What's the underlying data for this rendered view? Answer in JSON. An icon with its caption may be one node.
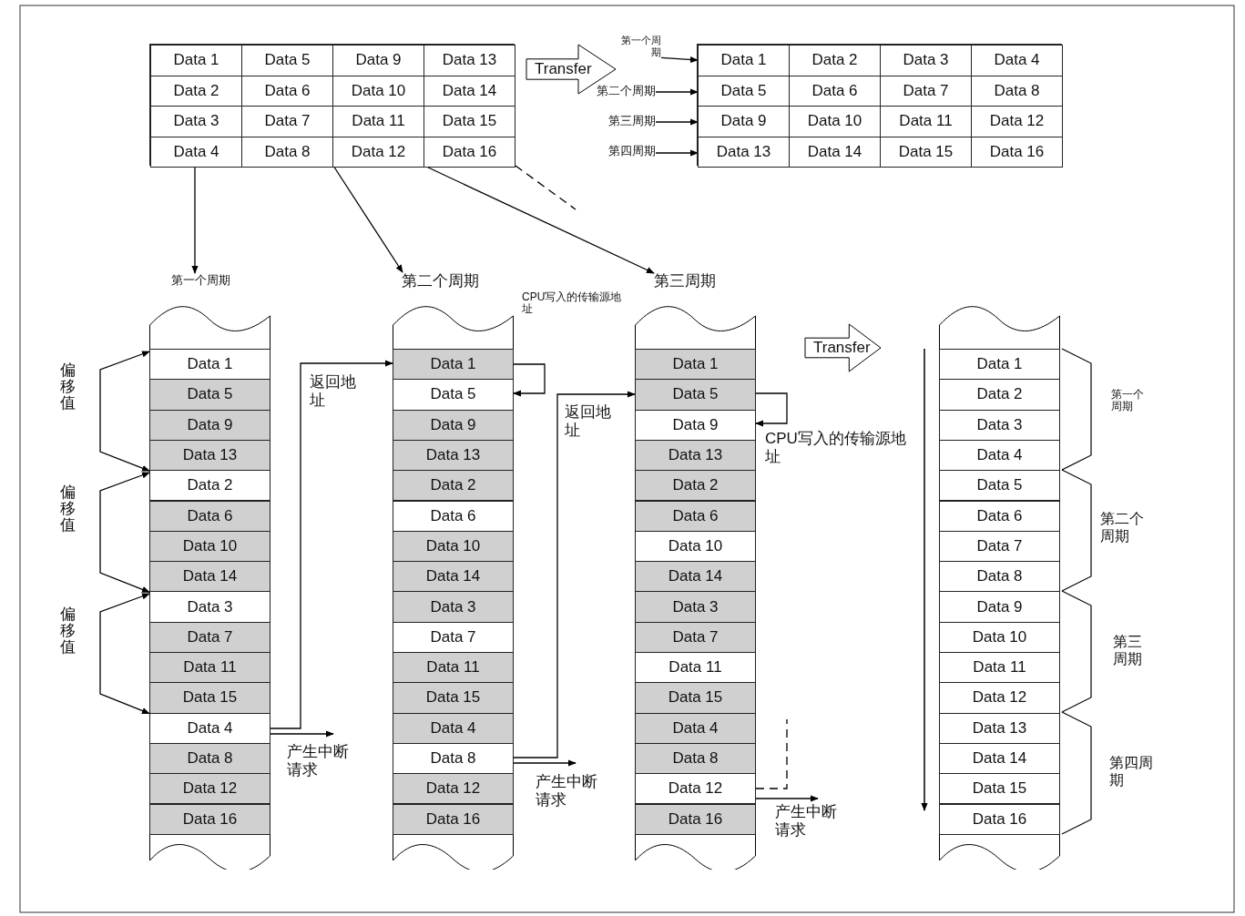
{
  "diagram": {
    "nodes": [
      {
        "text": [],
        "shape": "box"
      },
      {
        "text": [
          "Data 1"
        ],
        "in": 0
      },
      {
        "text": [
          "Data 5"
        ],
        "in": 0
      },
      {
        "text": [
          "Data 9"
        ],
        "in": 0
      },
      {
        "text": [
          "Data 13"
        ],
        "in": 0
      },
      {
        "text": [
          "Data 2"
        ],
        "in": 0
      },
      {
        "text": [
          "Data 6"
        ],
        "in": 0
      },
      {
        "text": [
          "Data 10"
        ],
        "in": 0
      },
      {
        "text": [
          "Data 14"
        ],
        "in": 0
      },
      {
        "text": [
          "Data 3"
        ],
        "in": 0
      },
      {
        "text": [
          "Data 7"
        ],
        "in": 0
      },
      {
        "text": [
          "Data 11"
        ],
        "in": 0
      },
      {
        "text": [
          "Data 15"
        ],
        "in": 0
      },
      {
        "text": [
          "Data 4"
        ],
        "in": 0
      },
      {
        "text": [
          "Data 8"
        ],
        "in": 0
      },
      {
        "text": [
          "Data 12"
        ],
        "in": 0
      },
      {
        "text": [
          "Data 16"
        ],
        "in": 0
      },
      {
        "text": [
          "Transfer"
        ]
      },
      {
        "text": [],
        "shape": "box"
      },
      {
        "text": [
          "Data 1"
        ],
        "in": 18
      },
      {
        "text": [
          "Data 2"
        ],
        "in": 18
      },
      {
        "text": [
          "Data 3"
        ],
        "in": 18
      },
      {
        "text": [
          "Data 4"
        ],
        "in": 18
      },
      {
        "text": [
          "Data 5"
        ],
        "in": 18
      },
      {
        "text": [
          "Data 6"
        ],
        "in": 18
      },
      {
        "text": [
          "Data 7"
        ],
        "in": 18
      },
      {
        "text": [
          "Data 8"
        ],
        "in": 18
      },
      {
        "text": [
          "Data 9"
        ],
        "in": 18
      },
      {
        "text": [
          "Data 10"
        ],
        "in": 18
      },
      {
        "text": [
          "Data 11"
        ],
        "in": 18
      },
      {
        "text": [
          "Data 12"
        ],
        "in": 18
      },
      {
        "text": [
          "Data 13"
        ],
        "in": 18
      },
      {
        "text": [
          "Data 14"
        ],
        "in": 18
      },
      {
        "text": [
          "Data 15"
        ],
        "in": 18
      },
      {
        "text": [
          "Data 16"
        ],
        "in": 18
      },
      {
        "text": [
          "第一个周期"
        ]
      },
      {
        "text": [
          "第二个周期"
        ]
      },
      {
        "text": [
          "第三周期"
        ]
      },
      {
        "text": [
          "第四周期"
        ]
      },
      {
        "text": [
          "第一个周期"
        ]
      },
      {
        "text": [
          "第二个周期"
        ]
      },
      {
        "text": [
          "第三周期"
        ]
      },
      {
        "text": [],
        "shape": "box"
      },
      {
        "text": [
          "Data 1"
        ],
        "in": 42
      },
      {
        "text": [
          "Data 5"
        ],
        "in": 42
      },
      {
        "text": [
          "Data 9"
        ],
        "in": 42
      },
      {
        "text": [
          "Data 13"
        ],
        "in": 42
      },
      {
        "text": [
          "Data 2"
        ],
        "in": 42
      },
      {
        "text": [
          "Data 6"
        ],
        "in": 42
      },
      {
        "text": [
          "Data 10"
        ],
        "in": 42
      },
      {
        "text": [
          "Data 14"
        ],
        "in": 42
      },
      {
        "text": [
          "Data 3"
        ],
        "in": 42
      },
      {
        "text": [
          "Data 7"
        ],
        "in": 42
      },
      {
        "text": [
          "Data 11"
        ],
        "in": 42
      },
      {
        "text": [
          "Data 15"
        ],
        "in": 42
      },
      {
        "text": [
          "Data 4"
        ],
        "in": 42
      },
      {
        "text": [
          "Data 8"
        ],
        "in": 42
      },
      {
        "text": [
          "Data 12"
        ],
        "in": 42
      },
      {
        "text": [
          "Data 16"
        ],
        "in": 42
      },
      {
        "text": [],
        "shape": "box"
      },
      {
        "text": [
          "Data 1"
        ],
        "in": 59
      },
      {
        "text": [
          "Data 5"
        ],
        "in": 59
      },
      {
        "text": [
          "Data 9"
        ],
        "in": 59
      },
      {
        "text": [
          "Data 13"
        ],
        "in": 59
      },
      {
        "text": [
          "Data 2"
        ],
        "in": 59
      },
      {
        "text": [
          "Data 6"
        ],
        "in": 59
      },
      {
        "text": [
          "Data 10"
        ],
        "in": 59
      },
      {
        "text": [
          "Data 14"
        ],
        "in": 59
      },
      {
        "text": [
          "Data 3"
        ],
        "in": 59
      },
      {
        "text": [
          "Data 7"
        ],
        "in": 59
      },
      {
        "text": [
          "Data 11"
        ],
        "in": 59
      },
      {
        "text": [
          "Data 15"
        ],
        "in": 59
      },
      {
        "text": [
          "Data 4"
        ],
        "in": 59
      },
      {
        "text": [
          "Data 8"
        ],
        "in": 59
      },
      {
        "text": [
          "Data 12"
        ],
        "in": 59
      },
      {
        "text": [
          "Data 16"
        ],
        "in": 59
      },
      {
        "text": [],
        "shape": "box"
      },
      {
        "text": [
          "Data 1"
        ],
        "in": 76
      },
      {
        "text": [
          "Data 5"
        ],
        "in": 76
      },
      {
        "text": [
          "Data 9"
        ],
        "in": 76
      },
      {
        "text": [
          "Data 13"
        ],
        "in": 76
      },
      {
        "text": [
          "Data 2"
        ],
        "in": 76
      },
      {
        "text": [
          "Data 6"
        ],
        "in": 76
      },
      {
        "text": [
          "Data 10"
        ],
        "in": 76
      },
      {
        "text": [
          "Data 14"
        ],
        "in": 76
      },
      {
        "text": [
          "Data 3"
        ],
        "in": 76
      },
      {
        "text": [
          "Data 7"
        ],
        "in": 76
      },
      {
        "text": [
          "Data 11"
        ],
        "in": 76
      },
      {
        "text": [
          "Data 15"
        ],
        "in": 76
      },
      {
        "text": [
          "Data 4"
        ],
        "in": 76
      },
      {
        "text": [
          "Data 8"
        ],
        "in": 76
      },
      {
        "text": [
          "Data 12"
        ],
        "in": 76
      },
      {
        "text": [
          "Data 16"
        ],
        "in": 76
      },
      {
        "text": [
          "Transfer"
        ]
      },
      {
        "text": [],
        "shape": "box"
      },
      {
        "text": [
          "Data 1"
        ],
        "in": 94
      },
      {
        "text": [
          "Data 2"
        ],
        "in": 94
      },
      {
        "text": [
          "Data 3"
        ],
        "in": 94
      },
      {
        "text": [
          "Data 4"
        ],
        "in": 94
      },
      {
        "text": [
          "Data 5"
        ],
        "in": 94
      },
      {
        "text": [
          "Data 6"
        ],
        "in": 94
      },
      {
        "text": [
          "Data 7"
        ],
        "in": 94
      },
      {
        "text": [
          "Data 8"
        ],
        "in": 94
      },
      {
        "text": [
          "Data 9"
        ],
        "in": 94
      },
      {
        "text": [
          "Data 10"
        ],
        "in": 94
      },
      {
        "text": [
          "Data 11"
        ],
        "in": 94
      },
      {
        "text": [
          "Data 12"
        ],
        "in": 94
      },
      {
        "text": [
          "Data 13"
        ],
        "in": 94
      },
      {
        "text": [
          "Data 14"
        ],
        "in": 94
      },
      {
        "text": [
          "Data 15"
        ],
        "in": 94
      },
      {
        "text": [
          "Data 16"
        ],
        "in": 94
      }
    ],
    "edges": [
      {
        "from": 13,
        "to": 39,
        "arrow": "to"
      },
      {
        "from": 14,
        "to": 40,
        "arrow": "to"
      },
      {
        "from": 15,
        "to": 41,
        "arrow": "to"
      },
      {
        "from": 16,
        "to": null,
        "arrow": "none",
        "style": "dashed"
      },
      {
        "from": 35,
        "to": 19,
        "arrow": "to"
      },
      {
        "from": 36,
        "to": 23,
        "arrow": "to"
      },
      {
        "from": 37,
        "to": 27,
        "arrow": "to"
      },
      {
        "from": 38,
        "to": 31,
        "arrow": "to"
      },
      {
        "from": 55,
        "to": 60,
        "arrow": "to",
        "label": "返回地址"
      },
      {
        "from": 55,
        "to": null,
        "arrow": "to",
        "label": "产生中断请求"
      },
      {
        "from": 60,
        "to": 61,
        "arrow": "to"
      },
      {
        "from": 73,
        "to": 78,
        "arrow": "to",
        "label": "返回地址"
      },
      {
        "from": 73,
        "to": null,
        "arrow": "to",
        "label": "产生中断请求"
      },
      {
        "from": 78,
        "to": 79,
        "arrow": "to",
        "label": "CPU写入的传输源地址"
      },
      {
        "from": 91,
        "to": null,
        "arrow": "none",
        "style": "dashed"
      },
      {
        "from": 91,
        "to": null,
        "arrow": "to",
        "label": "产生中断请求"
      },
      {
        "from": 43,
        "to": 47,
        "arrow": "both",
        "label": "偏移值"
      },
      {
        "from": 47,
        "to": 51,
        "arrow": "both",
        "label": "偏移值"
      },
      {
        "from": 51,
        "to": 55,
        "arrow": "both",
        "label": "偏移值"
      }
    ],
    "labels": [
      "CPU写入的传输源地址",
      "第一个周期",
      "第二个周期",
      "第三周期",
      "第四周期"
    ]
  }
}
